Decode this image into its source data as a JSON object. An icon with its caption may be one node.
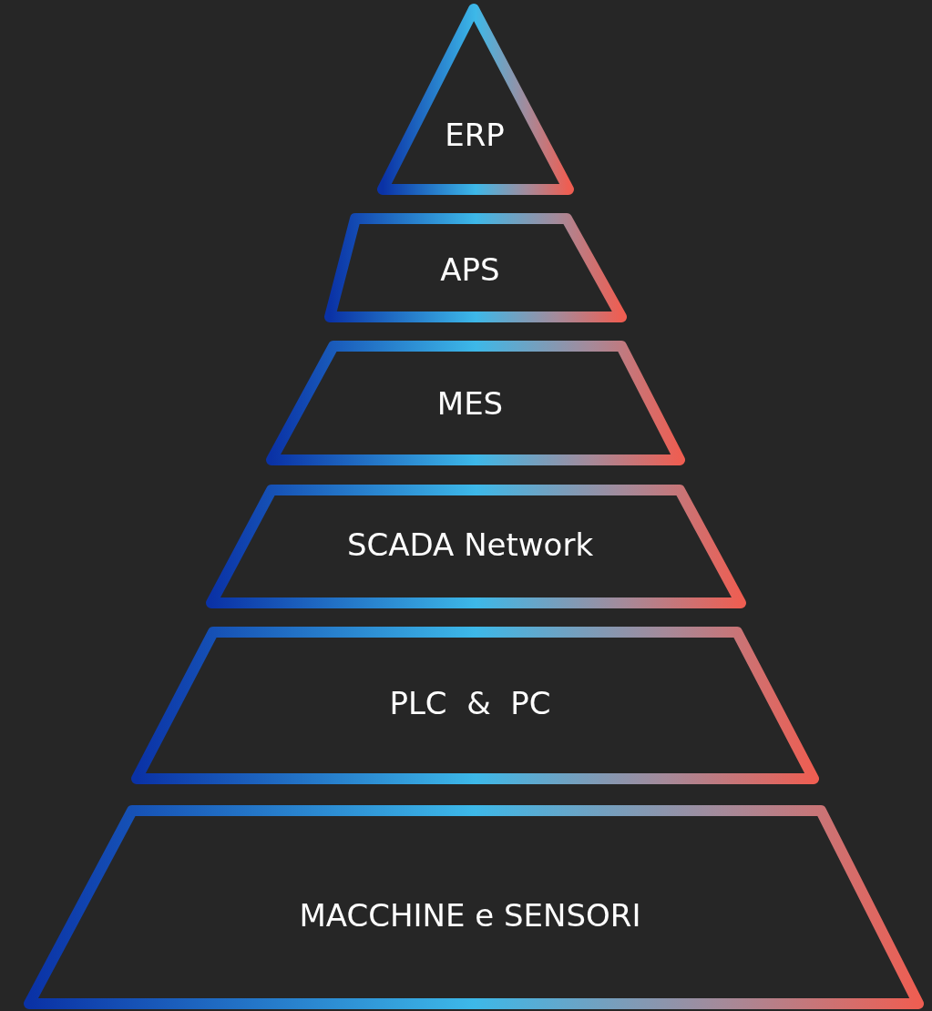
{
  "diagram": {
    "nodes": [
      {
        "text": [
          "ERP"
        ]
      },
      {
        "text": [
          "APS"
        ]
      },
      {
        "text": [
          "MES"
        ]
      },
      {
        "text": [
          "SCADA Network"
        ]
      },
      {
        "text": [
          "PLC  &  PC"
        ]
      },
      {
        "text": [
          "MACCHINE e SENSORI"
        ]
      }
    ]
  }
}
